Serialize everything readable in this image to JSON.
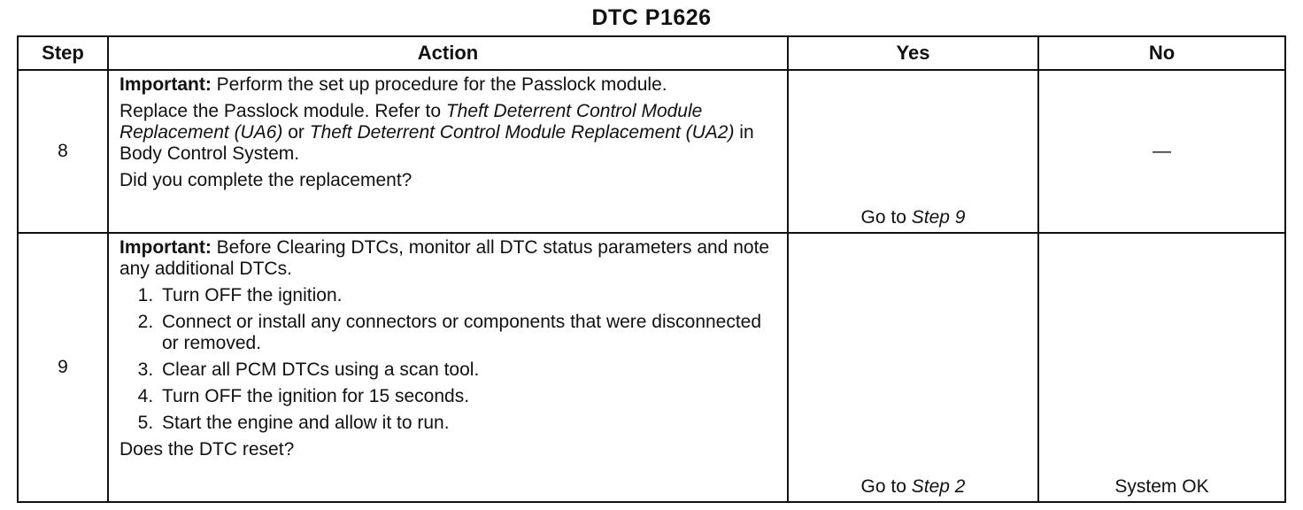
{
  "title": "DTC P1626",
  "headers": {
    "step": "Step",
    "action": "Action",
    "yes": "Yes",
    "no": "No"
  },
  "rows": [
    {
      "step": "8",
      "important_label": "Important:",
      "important_text": " Perform the set up procedure for the Passlock module.",
      "replace_pre": "Replace the Passlock module. Refer to ",
      "ref1": "Theft Deterrent Control Module Replacement (UA6)",
      "or_text": " or ",
      "ref2": "Theft Deterrent Control Module Replacement (UA2)",
      "replace_post": " in Body Control System.",
      "question": "Did you complete the replacement?",
      "yes_prefix": "Go to ",
      "yes_ref": "Step 9",
      "no": "—"
    },
    {
      "step": "9",
      "important_label": "Important:",
      "important_text": " Before Clearing DTCs, monitor all DTC status parameters and note any additional DTCs.",
      "steps": [
        "Turn OFF the ignition.",
        "Connect or install any connectors or components that were disconnected or removed.",
        "Clear all PCM DTCs using a scan tool.",
        "Turn OFF the ignition for 15 seconds.",
        "Start the engine and allow it to run."
      ],
      "question": "Does the DTC reset?",
      "yes_prefix": "Go to ",
      "yes_ref": "Step 2",
      "no": "System OK"
    }
  ]
}
